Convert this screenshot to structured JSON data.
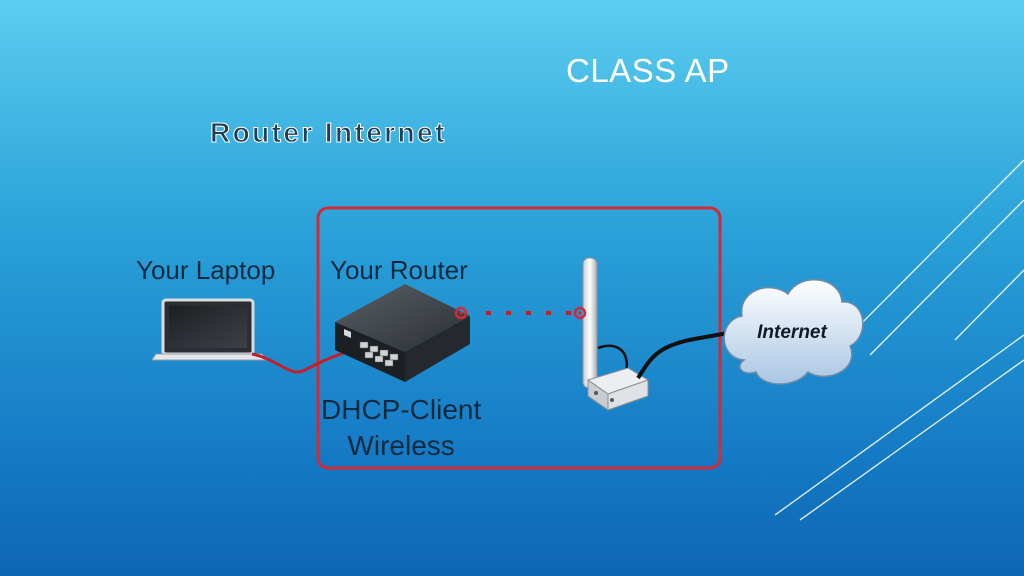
{
  "slide": {
    "title": "CLASS AP",
    "subtitle": "Router Internet"
  },
  "diagram": {
    "laptop_label": "Your Laptop",
    "router_label": "Your Router",
    "mode_line1": "DHCP-Client",
    "mode_line2": "Wireless",
    "cloud_label": "Internet"
  },
  "colors": {
    "frame": "#d42a35",
    "cable": "#c0202c",
    "background_top": "#5ccdf0",
    "background_bottom": "#0e66b3"
  },
  "icons": [
    "laptop-icon",
    "router-icon",
    "access-point-antenna-icon",
    "internet-cloud-icon",
    "decorative-line-icon"
  ]
}
